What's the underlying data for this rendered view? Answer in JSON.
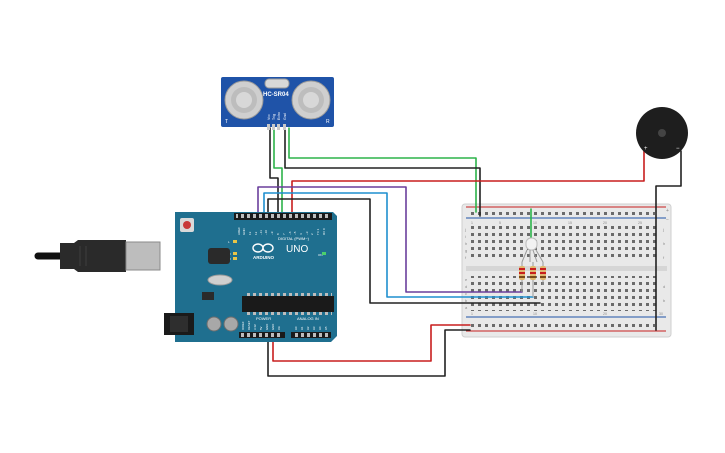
{
  "colors": {
    "canvas": "#ffffff",
    "board": "#1f6f8f",
    "sensor": "#1f53a8",
    "breadboard": "#e8e8e8",
    "wire_red": "#c81e1e",
    "wire_black": "#222222",
    "wire_green": "#2db34a",
    "wire_blue": "#1f8fcf",
    "wire_purple": "#6a3f9c"
  },
  "sensor": {
    "model": "HC-SR04",
    "left_mark": "T",
    "right_mark": "R",
    "pins": [
      "Vcc",
      "Trig",
      "Echo",
      "Gnd"
    ]
  },
  "arduino": {
    "logo": "ARDUINO",
    "model": "UNO",
    "digital_label": "DIGITAL (PWM~)",
    "power_label": "POWER",
    "analog_label": "ANALOG IN",
    "top_pins": [
      "AREF",
      "GND",
      "13",
      "12",
      "~11",
      "~10",
      "~9",
      "8",
      "7",
      "~6",
      "~5",
      "4",
      "~3",
      "2",
      "TX 1",
      "RX 0"
    ],
    "power_pins": [
      "IOREF",
      "RESET",
      "3.3V",
      "5V",
      "GND",
      "GND",
      "Vin"
    ],
    "analog_pins": [
      "A0",
      "A1",
      "A2",
      "A3",
      "A4",
      "A5"
    ],
    "leds": [
      "L",
      "TX",
      "RX"
    ],
    "on_label": "ON"
  },
  "breadboard": {
    "row_letters": [
      "a",
      "b",
      "c",
      "d",
      "e",
      "f",
      "g",
      "h",
      "i",
      "j"
    ],
    "rail_plus": "+",
    "rail_minus": "−",
    "col_numbers": [
      "1",
      "5",
      "10",
      "15",
      "20",
      "25",
      "30"
    ]
  },
  "buzzer": {
    "plus": "+",
    "minus": "−"
  },
  "icons": [
    "usb-plug-icon",
    "reset-button-icon",
    "power-jack-icon",
    "buzzer-icon",
    "rgb-led-icon",
    "resistor-icon"
  ]
}
